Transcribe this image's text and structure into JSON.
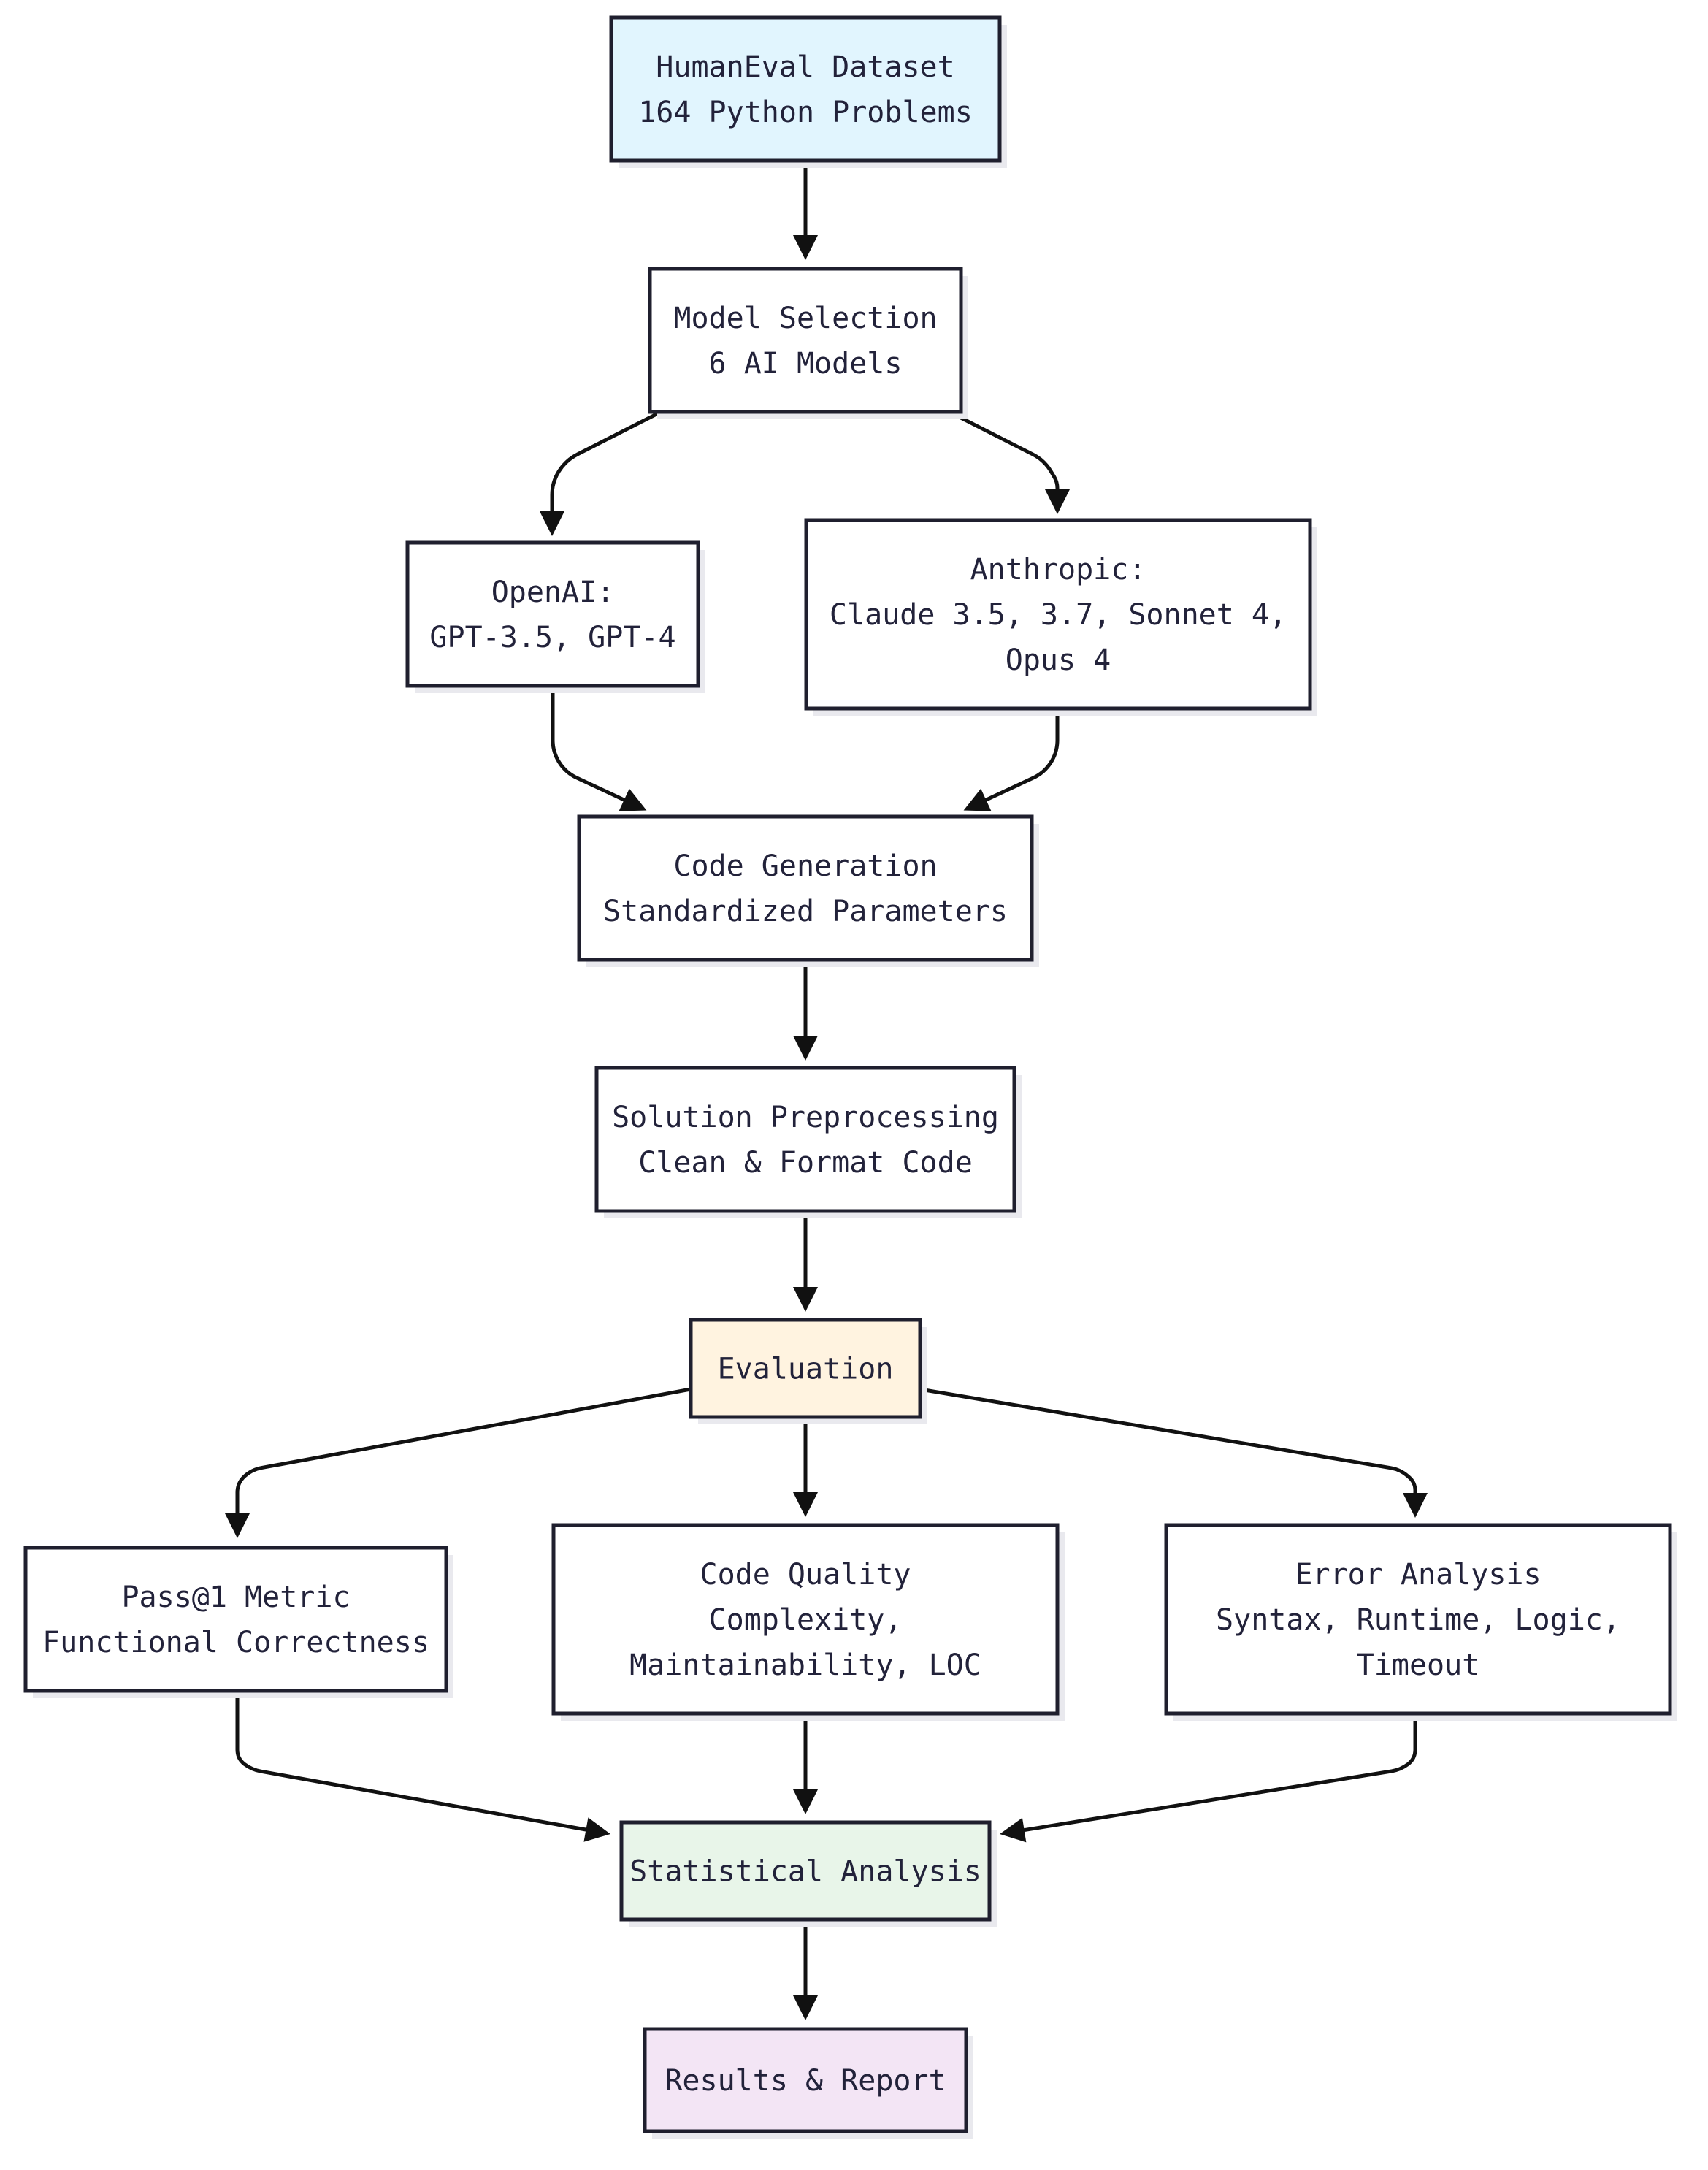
{
  "nodes": {
    "dataset": {
      "lines": [
        "HumanEval Dataset",
        "164 Python Problems"
      ],
      "fill": "#e1f5fe"
    },
    "model_selection": {
      "lines": [
        "Model Selection",
        "6 AI Models"
      ],
      "fill": "#ffffff"
    },
    "openai": {
      "lines": [
        "OpenAI:",
        "GPT-3.5, GPT-4"
      ],
      "fill": "#ffffff"
    },
    "anthropic": {
      "lines": [
        "Anthropic:",
        "Claude 3.5, 3.7, Sonnet 4,",
        "Opus 4"
      ],
      "fill": "#ffffff"
    },
    "code_generation": {
      "lines": [
        "Code Generation",
        "Standardized Parameters"
      ],
      "fill": "#ffffff"
    },
    "preprocessing": {
      "lines": [
        "Solution Preprocessing",
        "Clean & Format Code"
      ],
      "fill": "#ffffff"
    },
    "evaluation": {
      "lines": [
        "Evaluation"
      ],
      "fill": "#fff3e0"
    },
    "pass1": {
      "lines": [
        "Pass@1 Metric",
        "Functional Correctness"
      ],
      "fill": "#ffffff"
    },
    "code_quality": {
      "lines": [
        "Code Quality",
        "Complexity,",
        "Maintainability, LOC"
      ],
      "fill": "#ffffff"
    },
    "error_analysis": {
      "lines": [
        "Error Analysis",
        "Syntax, Runtime, Logic,",
        "Timeout"
      ],
      "fill": "#ffffff"
    },
    "statistical": {
      "lines": [
        "Statistical Analysis"
      ],
      "fill": "#e8f5e9"
    },
    "results": {
      "lines": [
        "Results & Report"
      ],
      "fill": "#f3e5f5"
    }
  },
  "edges": [
    [
      "dataset",
      "model_selection"
    ],
    [
      "model_selection",
      "openai"
    ],
    [
      "model_selection",
      "anthropic"
    ],
    [
      "openai",
      "code_generation"
    ],
    [
      "anthropic",
      "code_generation"
    ],
    [
      "code_generation",
      "preprocessing"
    ],
    [
      "preprocessing",
      "evaluation"
    ],
    [
      "evaluation",
      "pass1"
    ],
    [
      "evaluation",
      "code_quality"
    ],
    [
      "evaluation",
      "error_analysis"
    ],
    [
      "pass1",
      "statistical"
    ],
    [
      "code_quality",
      "statistical"
    ],
    [
      "error_analysis",
      "statistical"
    ],
    [
      "statistical",
      "results"
    ]
  ]
}
